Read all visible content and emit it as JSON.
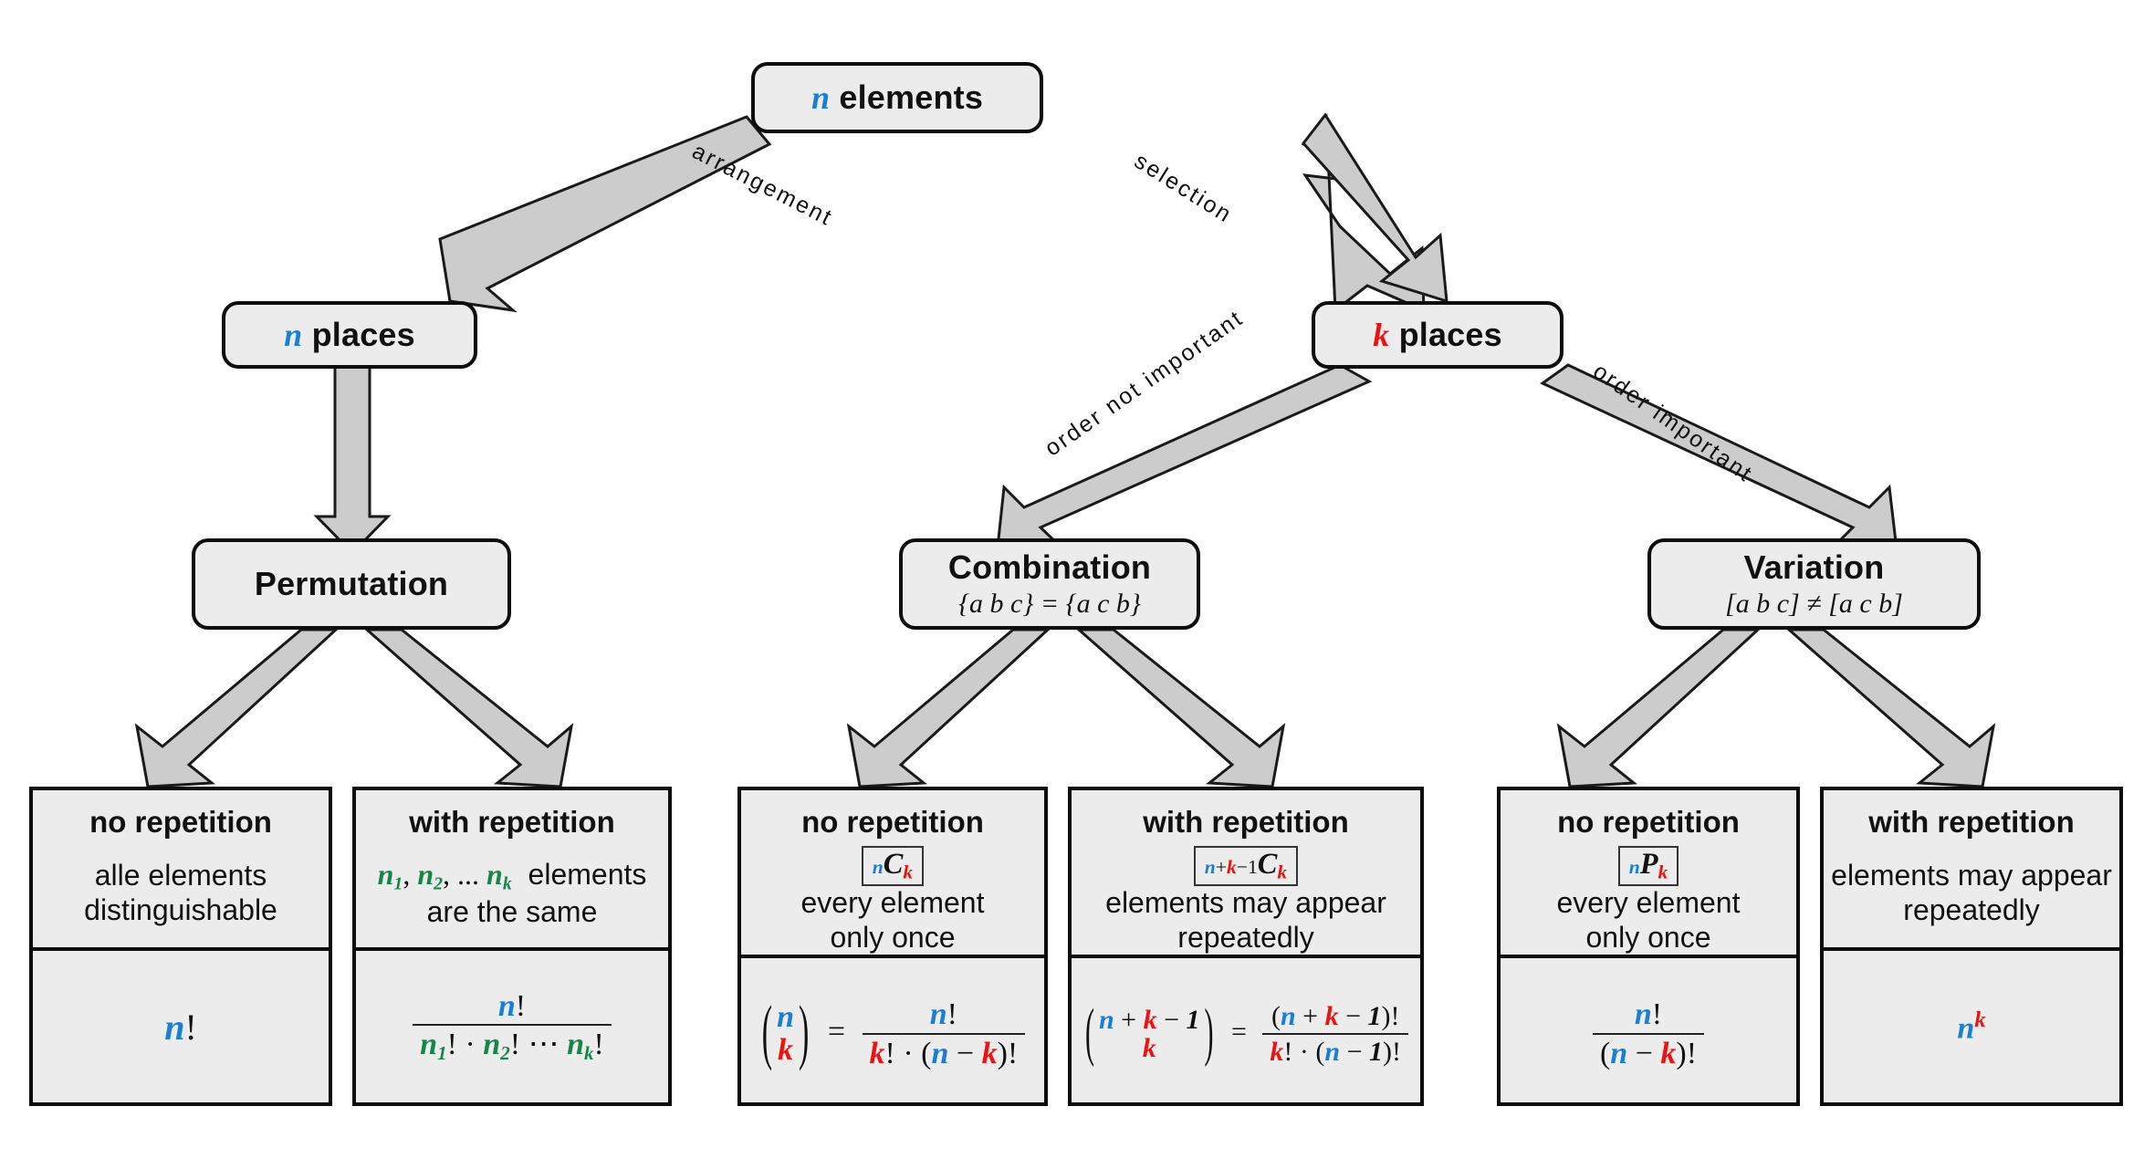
{
  "diagram": {
    "title": "Combinatorics decision tree",
    "colors": {
      "n_color": "#1a7fd4",
      "k_color": "#ee1111",
      "green_color": "#17854a",
      "node_fill": "#ececec",
      "node_border": "#0d0d0d",
      "arrow_fill": "#cccccc",
      "arrow_stroke": "#1a1a1a",
      "background": "#ffffff"
    }
  },
  "nodes": {
    "root": {
      "title_var": "n",
      "title_text": "elements"
    },
    "n_places": {
      "title_var": "n",
      "title_text": "places"
    },
    "k_places": {
      "title_var": "k",
      "title_text": "places"
    },
    "permutation": {
      "title": "Permutation",
      "sub": ""
    },
    "combination": {
      "title": "Combination",
      "sub": "{a b c} = {a c b}"
    },
    "variation": {
      "title": "Variation",
      "sub": "[a b c] ≠ [a c b]"
    }
  },
  "edge_labels": {
    "arrangement": "arrangement",
    "selection": "selection",
    "order_not_important": "order not important",
    "order_important": "order important"
  },
  "leaves": [
    {
      "id": "permutation-no-repetition",
      "heading": "no repetition",
      "symbol": "",
      "desc_line1": "alle elements",
      "desc_line2": "distinguishable",
      "formula_plain": "n!"
    },
    {
      "id": "permutation-with-repetition",
      "heading": "with repetition",
      "symbol": "",
      "desc_line1": "n1, n2, ... nk elements",
      "desc_line2": "are the same",
      "formula_plain": "n! / (n1! · n2! ⋯ nk!)"
    },
    {
      "id": "combination-no-repetition",
      "heading": "no repetition",
      "symbol": "nCk",
      "desc_line1": "every element",
      "desc_line2": "only once",
      "formula_plain": "(n k) = n! / (k! · (n − k)!)"
    },
    {
      "id": "combination-with-repetition",
      "heading": "with repetition",
      "symbol": "n+k−1Ck",
      "desc_line1": "elements may appear",
      "desc_line2": "repeatedly",
      "formula_plain": "(n+k−1 k) = (n+k−1)! / (k! · (n−1)!)"
    },
    {
      "id": "variation-no-repetition",
      "heading": "no repetition",
      "symbol": "nPk",
      "desc_line1": "every element",
      "desc_line2": "only once",
      "formula_plain": "n! / (n − k)!"
    },
    {
      "id": "variation-with-repetition",
      "heading": "with repetition",
      "symbol": "",
      "desc_line1": "elements may appear",
      "desc_line2": "repeatedly",
      "formula_plain": "n^k"
    }
  ]
}
